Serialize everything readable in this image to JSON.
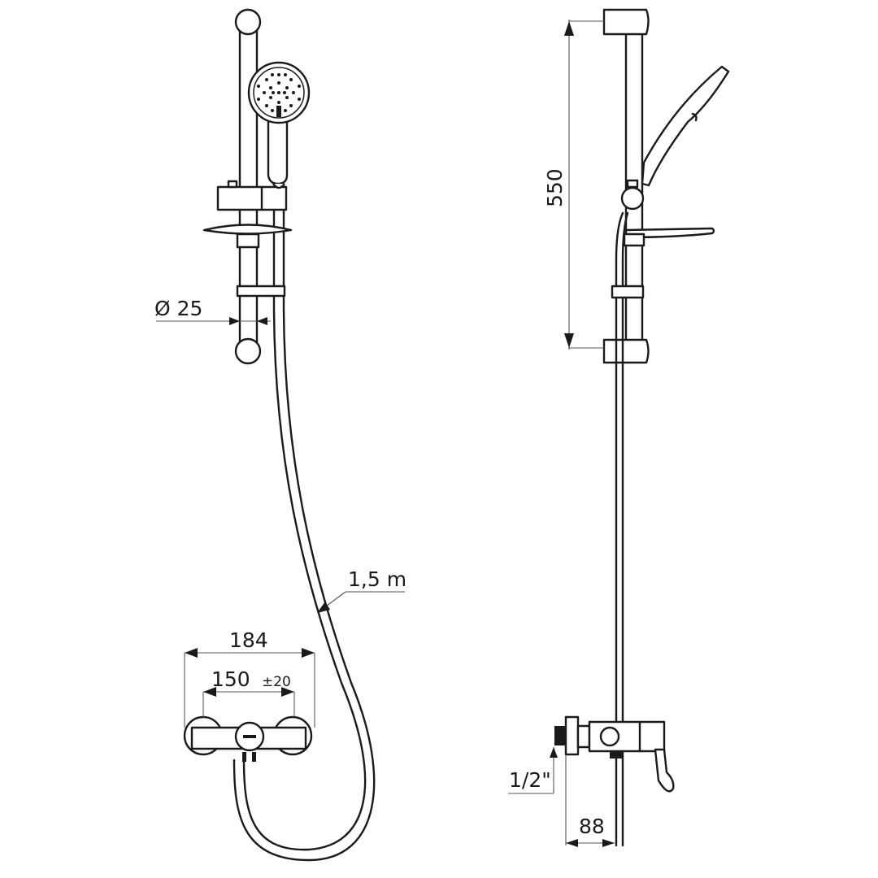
{
  "diagram": {
    "type": "technical-drawing",
    "subject": "shower kit with wall-mounted mixer, slide rail, hand shower and soap dish",
    "views": [
      {
        "name": "front-view",
        "dimensions": {
          "rail_diameter": "Ø 25",
          "hose_length": "1,5 m",
          "overall_width": "184",
          "centres": "150",
          "centres_tolerance": "±20"
        }
      },
      {
        "name": "side-view",
        "dimensions": {
          "rail_height": "550",
          "inlet_thread": "1/2\"",
          "wall_projection": "88"
        }
      }
    ],
    "colors": {
      "line": "#1a1a1a",
      "dimension_line": "#555555",
      "background": "#ffffff"
    }
  }
}
